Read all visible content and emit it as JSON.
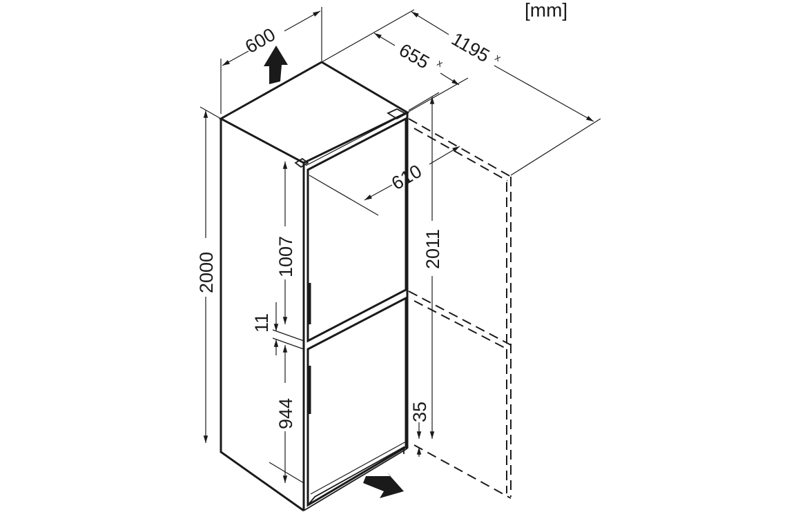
{
  "unit_label": "[mm]",
  "dimensions": {
    "width": "600",
    "depth": "655",
    "depth_marker": "x",
    "door_open_depth": "1195",
    "door_open_marker": "x",
    "niche_depth": "610",
    "niche_height": "2011",
    "height": "2000",
    "upper_door": "1007",
    "door_gap": "11",
    "lower_door": "944",
    "plinth": "35"
  },
  "colors": {
    "line": "#1a1a1a",
    "background": "#ffffff"
  }
}
